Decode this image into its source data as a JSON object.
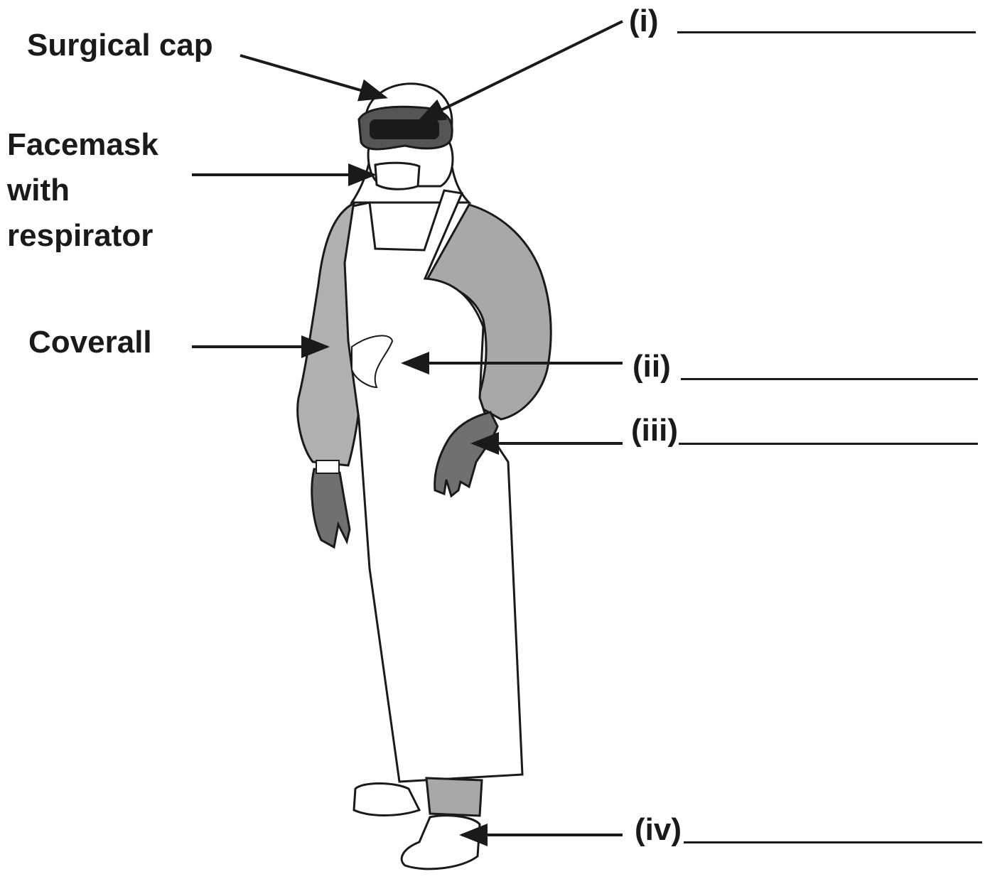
{
  "labels": {
    "surgical_cap": "Surgical cap",
    "facemask_line1": "Facemask",
    "facemask_line2": "with",
    "facemask_line3": "respirator",
    "coverall": "Coverall",
    "item_i": "(i)",
    "item_ii": "(ii)",
    "item_iii": "(iii)",
    "item_iv": "(iv)"
  },
  "colors": {
    "ink": "#1a1a1a",
    "sleeve_gray": "#a8a8a8",
    "glove_gray": "#707070",
    "apron_white": "#ffffff"
  }
}
